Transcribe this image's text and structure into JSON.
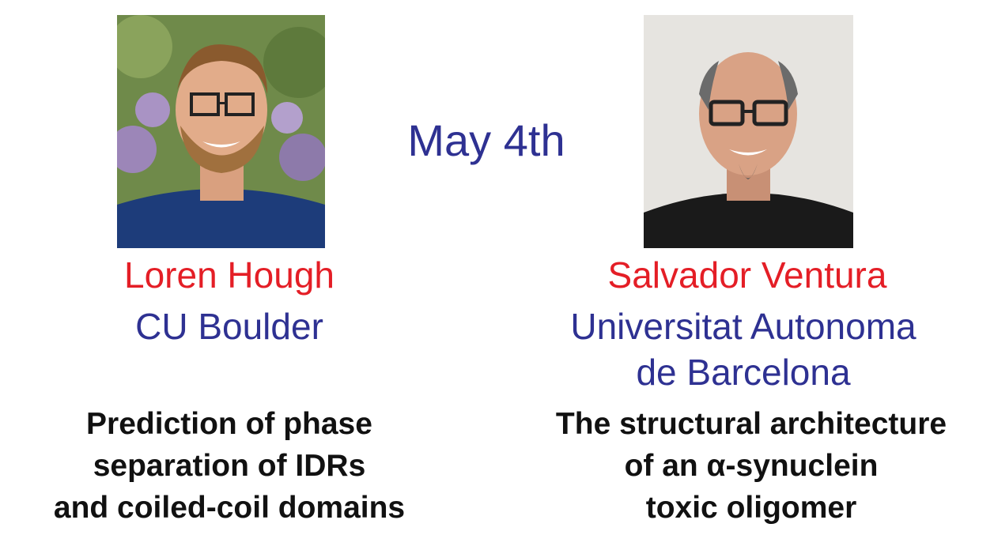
{
  "date": "May 4th",
  "speakers": [
    {
      "name": "Loren Hough",
      "affiliation": [
        "CU Boulder"
      ],
      "talk": [
        "Prediction of phase",
        "separation of IDRs",
        "and coiled-coil domains"
      ]
    },
    {
      "name": "Salvador Ventura",
      "affiliation": [
        "Universitat Autonoma",
        "de Barcelona"
      ],
      "talk": [
        "The structural architecture",
        "of an α-synuclein",
        "toxic oligomer"
      ]
    }
  ],
  "colors": {
    "name": "#e41e26",
    "affiliation": "#2e3192",
    "date": "#2e3192",
    "talk": "#111111"
  }
}
